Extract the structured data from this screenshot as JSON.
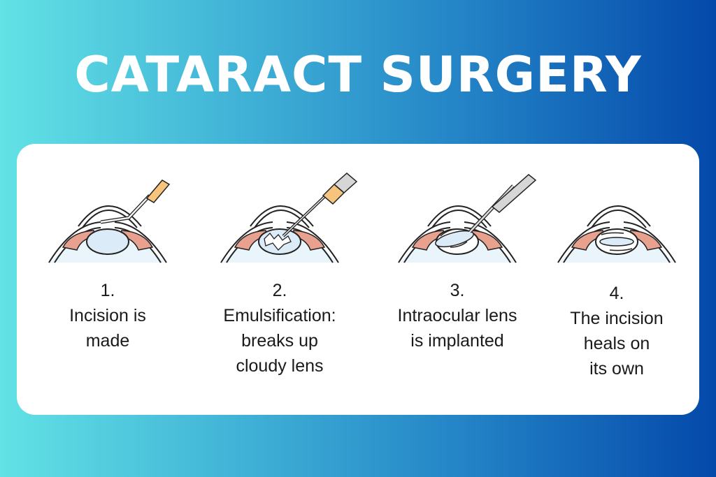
{
  "title": "CATARACT SURGERY",
  "colors": {
    "gradient_start": "#62e2e5",
    "gradient_end": "#0449aa",
    "card": "#ffffff",
    "text": "#1a1a1a",
    "iris": "#e8a08f",
    "lens": "#dcebf8",
    "vitreous": "#eaf4fb",
    "instrument_handle": "#f6c47c",
    "instrument_shaft": "#d6d6d6"
  },
  "steps": [
    {
      "number": "1.",
      "lines": [
        "Incision is",
        "made"
      ],
      "illustration": "eye-incision-icon"
    },
    {
      "number": "2.",
      "lines": [
        "Emulsification:",
        "breaks up",
        "cloudy lens"
      ],
      "illustration": "eye-emulsification-icon"
    },
    {
      "number": "3.",
      "lines": [
        "Intraocular lens",
        "is implanted"
      ],
      "illustration": "eye-lens-implant-icon"
    },
    {
      "number": "4.",
      "lines": [
        "The incision",
        "heals on",
        "its own"
      ],
      "illustration": "eye-healed-icon"
    }
  ]
}
